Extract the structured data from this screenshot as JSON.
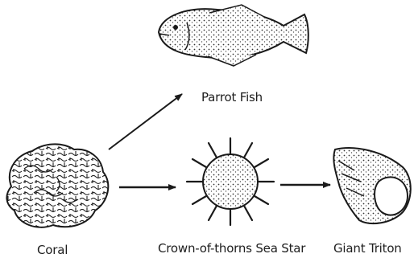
{
  "organisms": {
    "parrot_fish": {
      "label": "Parrot Fish",
      "icon": "parrot-fish-icon"
    },
    "coral": {
      "label": "Coral",
      "icon": "coral-icon"
    },
    "sea_star": {
      "label": "Crown-of-thorns Sea Star",
      "icon": "sea-star-icon"
    },
    "triton": {
      "label": "Giant Triton",
      "icon": "giant-triton-icon"
    }
  },
  "arrows": [
    {
      "from": "Coral",
      "to": "Parrot Fish"
    },
    {
      "from": "Coral",
      "to": "Crown-of-thorns Sea Star"
    },
    {
      "from": "Crown-of-thorns Sea Star",
      "to": "Giant Triton"
    }
  ],
  "colors": {
    "ink": "#1a1a1a",
    "background": "#ffffff"
  }
}
